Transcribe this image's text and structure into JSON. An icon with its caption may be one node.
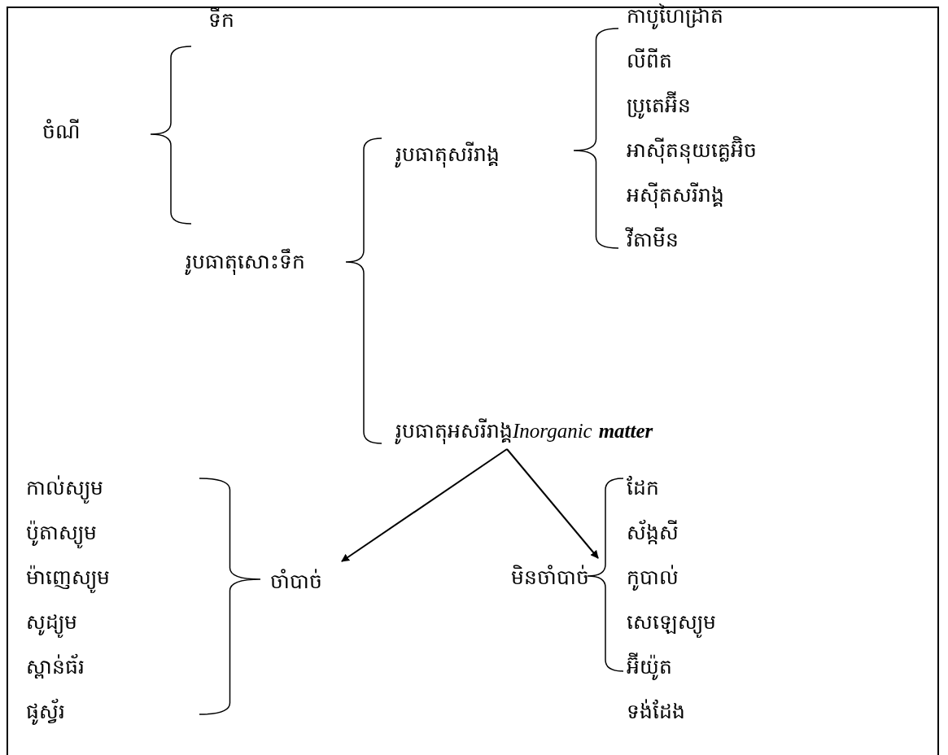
{
  "diagram": {
    "nodes": [
      {
        "text": [
          "ទឹក"
        ]
      },
      {
        "text": [
          "ចំណី"
        ]
      },
      {
        "text": [
          "រូបធាតុសោះទឹក"
        ]
      },
      {
        "text": [
          "រូបធាតុសរីរាង្គ"
        ]
      },
      {
        "text": [
          "រូបធាតុអសរីរាង្គ",
          "*Inorganic* **matter**"
        ]
      },
      {
        "text": [
          "ចាំបាច់"
        ]
      },
      {
        "text": [
          "មិនចាំបាច់"
        ]
      }
    ],
    "edges": [
      {
        "from": 4,
        "to": 5,
        "arrow": "to"
      },
      {
        "from": 4,
        "to": 6,
        "arrow": "to"
      }
    ],
    "labels": [
      "កាបូហៃដ្រាត",
      "លីពីត",
      "ប្រូតេអ៊ីន",
      "អាស៊ីតនុយគ្លេអ៊ិច",
      "អស៊ីតសរីរាង្គ",
      "វីតាមីន",
      "កាល់ស្យូម",
      "ប៉ូតាស្យូម",
      "ម៉ាញេស្យូម",
      "សូដ្យូម",
      "ស្ពាន់ធ័រ",
      "ផូស្វ័រ",
      "ដែក",
      "ស័ង្កសី",
      "កូបាល់",
      "សេឡេស្យូម",
      "អ៊ីយ៉ូត",
      "ទង់ដែង"
    ]
  }
}
